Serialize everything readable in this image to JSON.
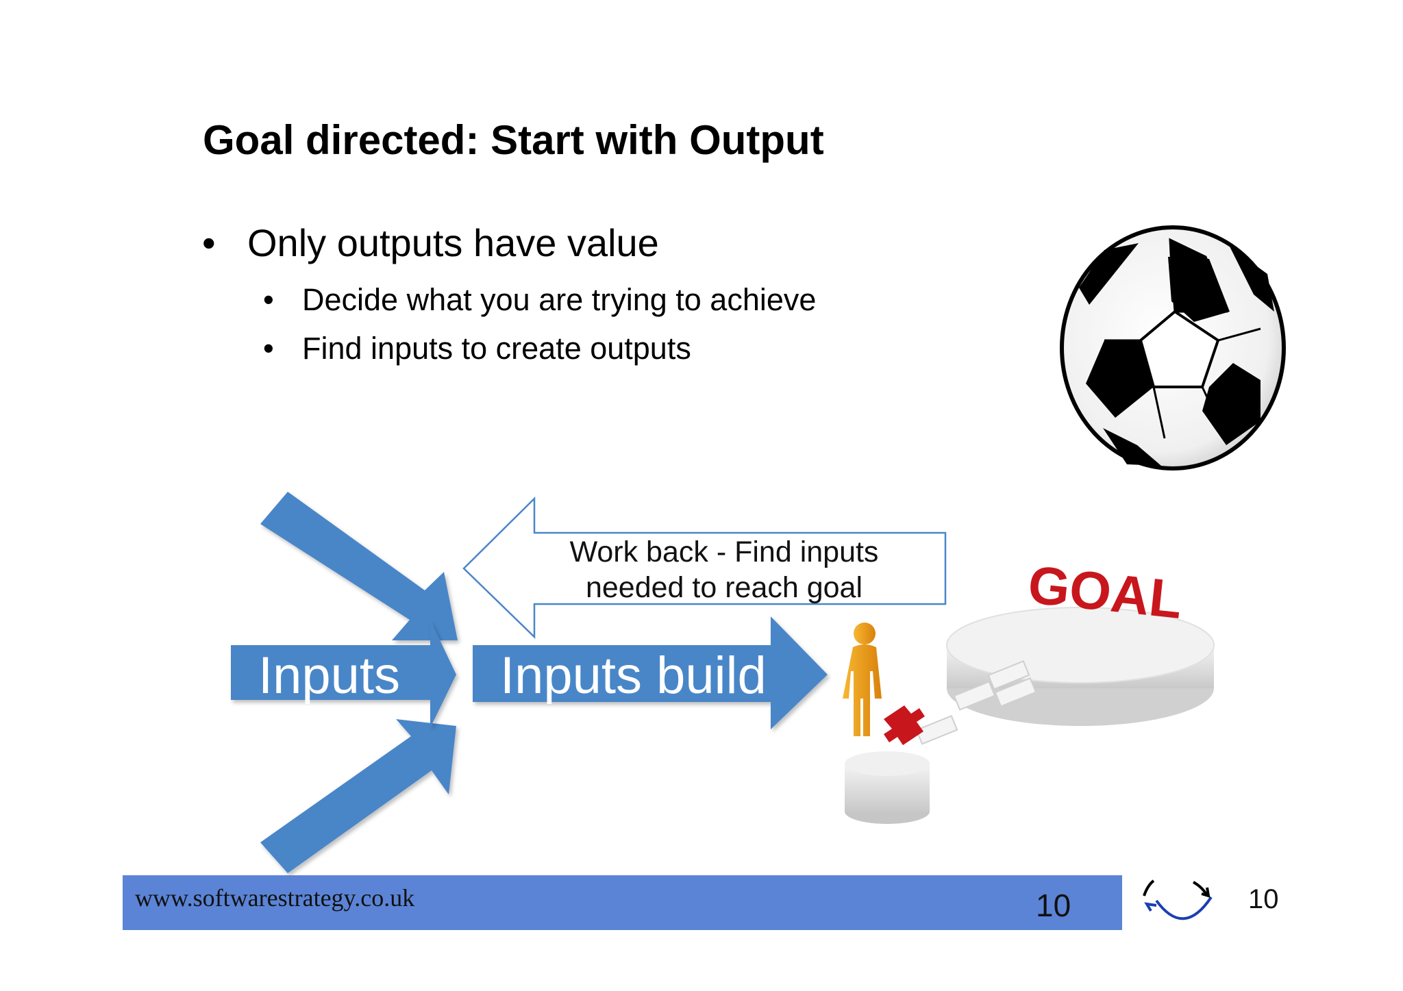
{
  "slide": {
    "title": "Goal directed: Start with Output",
    "bullets": [
      {
        "text": "Only outputs have value",
        "level": 1
      },
      {
        "text": "Decide what you are trying to achieve",
        "level": 2
      },
      {
        "text": "Find inputs to create outputs",
        "level": 2
      }
    ],
    "bullet_glyph": "•"
  },
  "diagram": {
    "inputs_label": "Inputs",
    "build_label": "Inputs build",
    "workback_line1": "Work back - Find inputs",
    "workback_line2": "needed to reach goal",
    "goal_word": "GOAL",
    "colors": {
      "arrow_blue": "#4a86c8",
      "goal_red": "#c8161d",
      "figure_orange": "#f0a020"
    }
  },
  "footer": {
    "url": "www.softwarestrategy.co.uk",
    "page_in_bar": "10",
    "page_right": "10",
    "bar_color": "#5b84d6",
    "logo_icon": "cycle-arrows-icon"
  }
}
